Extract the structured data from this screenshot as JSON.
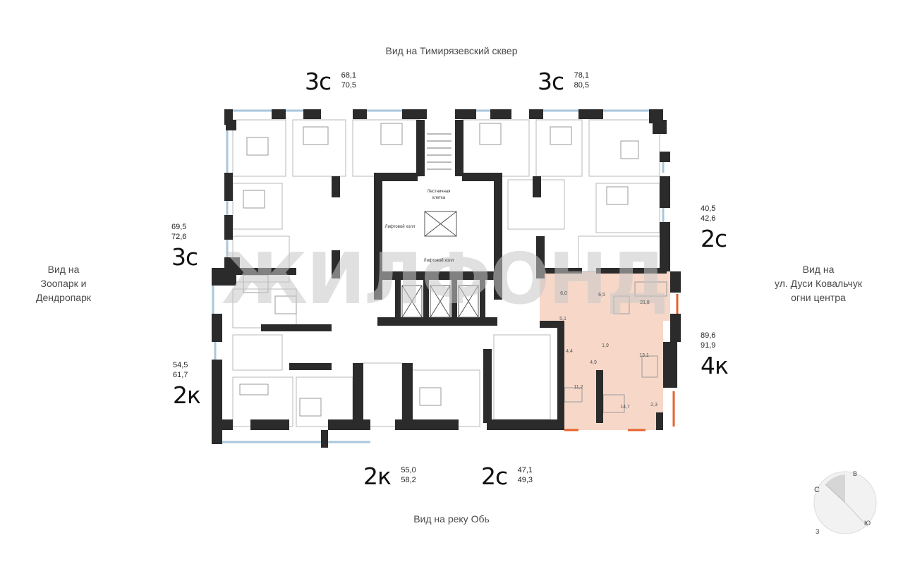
{
  "views": {
    "top": "Вид на Тимирязевский сквер",
    "bottom": "Вид на реку Обь",
    "left": [
      "Вид на",
      "Зоопарк и",
      "Дендропарк"
    ],
    "right": [
      "Вид на",
      "ул. Дуси Ковальчук",
      "огни центра"
    ]
  },
  "apartments": {
    "top_left": {
      "type": "3с",
      "area1": "68,1",
      "area2": "70,5"
    },
    "top_right": {
      "type": "3с",
      "area1": "78,1",
      "area2": "80,5"
    },
    "left_upper": {
      "type": "3с",
      "area1": "69,5",
      "area2": "72,6"
    },
    "left_lower": {
      "type": "2к",
      "area1": "54,5",
      "area2": "61,7"
    },
    "right_upper": {
      "type": "2с",
      "area1": "40,5",
      "area2": "42,6"
    },
    "right_lower": {
      "type": "4к",
      "area1": "89,6",
      "area2": "91,9"
    },
    "bottom_left": {
      "type": "2к",
      "area1": "55,0",
      "area2": "58,2"
    },
    "bottom_right": {
      "type": "2с",
      "area1": "47,1",
      "area2": "49,3"
    }
  },
  "plan_labels": {
    "stairs": [
      "Лестничная",
      "клетка"
    ],
    "lift_hall_1": "Лифтовой холл",
    "lift_hall_2": "Лифтовой холл"
  },
  "highlighted_rooms": [
    "6,0",
    "6,5",
    "21,8",
    "5,1",
    "4,4",
    "1,9",
    "13,1",
    "4,9",
    "11,2",
    "14,7",
    "2,3"
  ],
  "watermark": "ЖИЛФОНД",
  "compass": {
    "n": "С",
    "e": "В",
    "s": "Ю",
    "w": "З"
  },
  "colors": {
    "wall": "#2b2b2b",
    "highlight": "#f7d8c8",
    "window": "#a9c7dc",
    "accent": "#e8622c",
    "watermark": "#c8c8c8"
  }
}
